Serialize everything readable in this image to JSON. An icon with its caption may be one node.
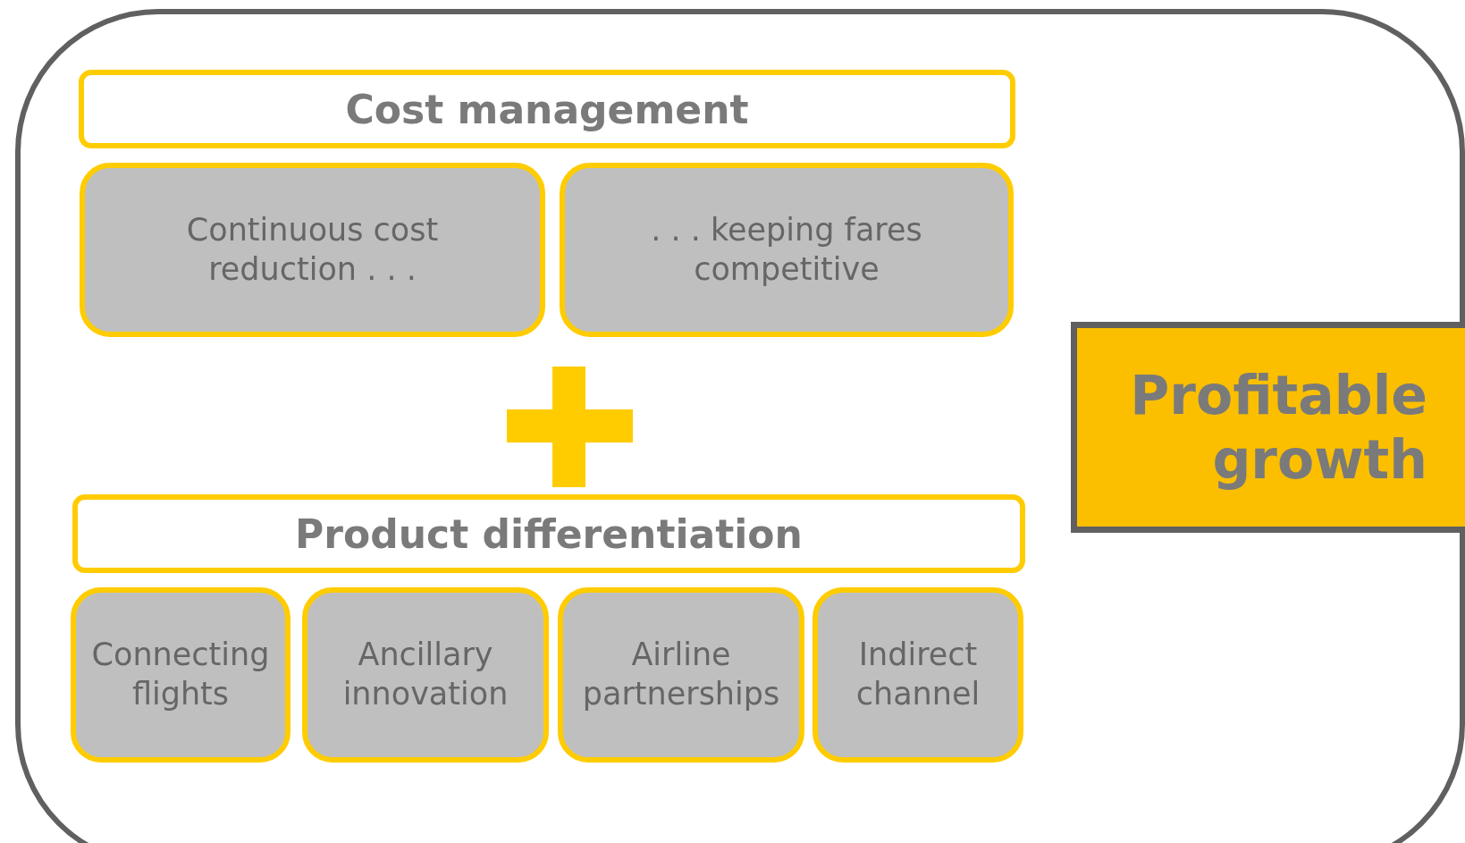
{
  "diagram": {
    "nodes": [
      {
        "text": [],
        "shape": "box"
      },
      {
        "text": [
          "Cost management"
        ],
        "in": 0
      },
      {
        "text": [
          "Continuous cost reduction . . ."
        ],
        "in": 0
      },
      {
        "text": [
          ". . . keeping fares competitive"
        ],
        "in": 0
      },
      {
        "text": [
          "Product differentiation"
        ],
        "in": 0
      },
      {
        "text": [
          "Connecting flights"
        ],
        "in": 0
      },
      {
        "text": [
          "Ancillary innovation"
        ],
        "in": 0
      },
      {
        "text": [
          "Airline partnerships"
        ],
        "in": 0
      },
      {
        "text": [
          "Indirect channel"
        ],
        "in": 0
      },
      {
        "text": [
          "Profitable growth"
        ]
      }
    ]
  }
}
